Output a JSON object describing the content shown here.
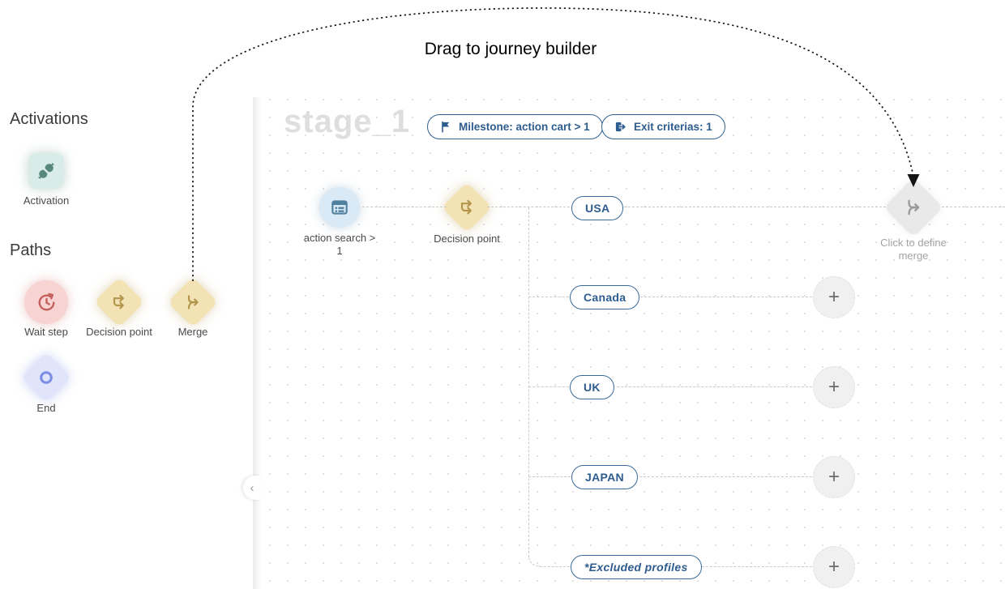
{
  "annotation": {
    "drag_hint": "Drag to journey builder"
  },
  "sidebar": {
    "collapse_glyph": "‹",
    "sections": [
      {
        "title": "Activations",
        "items": [
          {
            "label": "Activation",
            "icon": "activation-icon"
          }
        ]
      },
      {
        "title": "Paths",
        "items": [
          {
            "label": "Wait step",
            "icon": "wait-step-icon"
          },
          {
            "label": "Decision point",
            "icon": "decision-point-icon"
          },
          {
            "label": "Merge",
            "icon": "merge-icon"
          },
          {
            "label": "End",
            "icon": "end-icon"
          }
        ]
      }
    ]
  },
  "canvas": {
    "stage_title": "stage_1",
    "badges": [
      {
        "label": "Milestone: action cart > 1",
        "icon": "flag-icon"
      },
      {
        "label": "Exit criterias: 1",
        "icon": "exit-icon"
      }
    ],
    "entry_node": {
      "label": "action search >\n1",
      "icon": "event-list-icon"
    },
    "decision_node": {
      "label": "Decision point",
      "icon": "decision-point-icon"
    },
    "merge_node": {
      "label": "Click to define\nmerge",
      "icon": "merge-icon"
    },
    "branches": [
      {
        "label": "USA"
      },
      {
        "label": "Canada"
      },
      {
        "label": "UK"
      },
      {
        "label": "JAPAN"
      },
      {
        "label": "*Excluded profiles"
      }
    ],
    "plus_glyph": "+"
  },
  "colors": {
    "navy": "#2d5c8e",
    "teal_bg": "#d9ece8",
    "teal_fg": "#57887b",
    "pink_bg": "#f7d4d2",
    "pink_fg": "#c2605c",
    "yellow_bg": "#f3e3b4",
    "yellow_fg": "#b3954c",
    "periwinkle_bg": "#e0e5fb",
    "periwinkle_fg": "#7b8ce2",
    "blue_bg": "#d9e9f5",
    "blue_fg": "#51809f",
    "gray_node_bg": "#e9e9e9",
    "gray_node_fg": "#9b9b9b",
    "connector": "#c9c9c9",
    "grid_dot": "#e2e2e2",
    "stage_watermark": "#dedede",
    "annotation": "#000000"
  }
}
